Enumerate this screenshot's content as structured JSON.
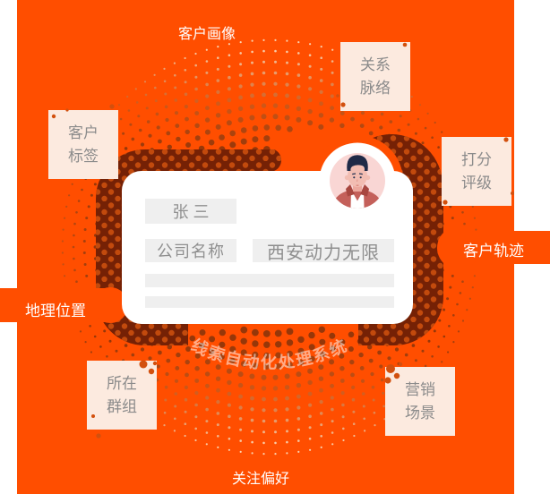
{
  "colors": {
    "background_orange": "#FF4E00",
    "ring_dark": "#752105",
    "ring_dot": "#C24A0D",
    "panel_cream": "#FCEADF",
    "panel_text": "#8B8B8B",
    "field_gray": "#EFEFEF",
    "field_text": "#8F8F8F",
    "white": "#FFFFFF"
  },
  "labels": {
    "top": "客户画像",
    "bottom": "关注偏好",
    "left_tab": "地理位置",
    "right_tab": "客户轨迹"
  },
  "boxes": [
    {
      "label": "客户\n标签"
    },
    {
      "label": "关系\n脉络"
    },
    {
      "label": "打分\n评级"
    },
    {
      "label": "所在\n群组"
    },
    {
      "label": "营销\n场景"
    }
  ],
  "card": {
    "name": "张  三",
    "company_label": "公司名称",
    "company_value": "西安动力无限"
  },
  "watermark": "线索自动化处理系统"
}
